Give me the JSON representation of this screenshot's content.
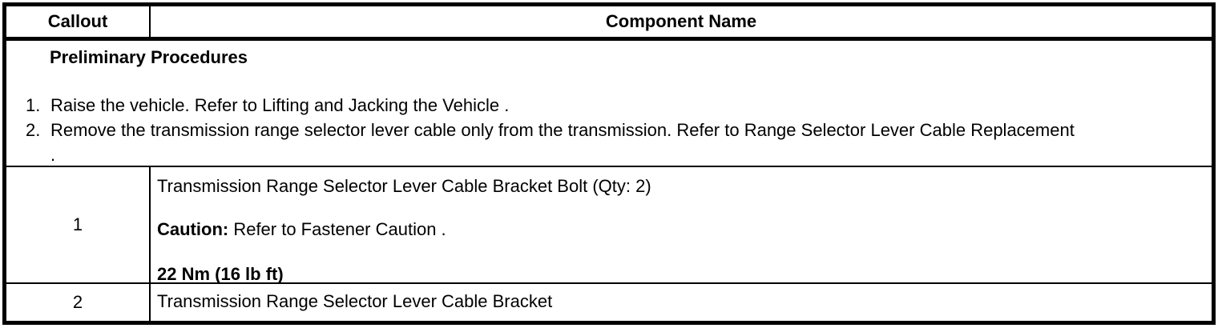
{
  "colors": {
    "border": "#000000",
    "background": "#ffffff",
    "text": "#000000"
  },
  "header": {
    "callout_label": "Callout",
    "component_label": "Component Name"
  },
  "preliminary": {
    "title": "Preliminary Procedures",
    "steps": [
      {
        "number": "1.",
        "text": "Raise the vehicle. Refer to Lifting and Jacking the Vehicle ."
      },
      {
        "number": "2.",
        "text": "Remove the transmission range selector lever cable only from the transmission. Refer to Range Selector Lever Cable Replacement ."
      }
    ]
  },
  "rows": [
    {
      "callout": "1",
      "component_lines": [
        {
          "bold_prefix": "",
          "text": "Transmission Range Selector Lever Cable Bracket Bolt (Qty: 2)"
        },
        {
          "bold_prefix": "Caution:",
          "text": " Refer to Fastener Caution ."
        },
        {
          "bold_prefix": "22 Nm (16 lb ft)",
          "text": ""
        }
      ]
    },
    {
      "callout": "2",
      "component_lines": [
        {
          "bold_prefix": "",
          "text": "Transmission Range Selector Lever Cable Bracket"
        }
      ]
    }
  ]
}
